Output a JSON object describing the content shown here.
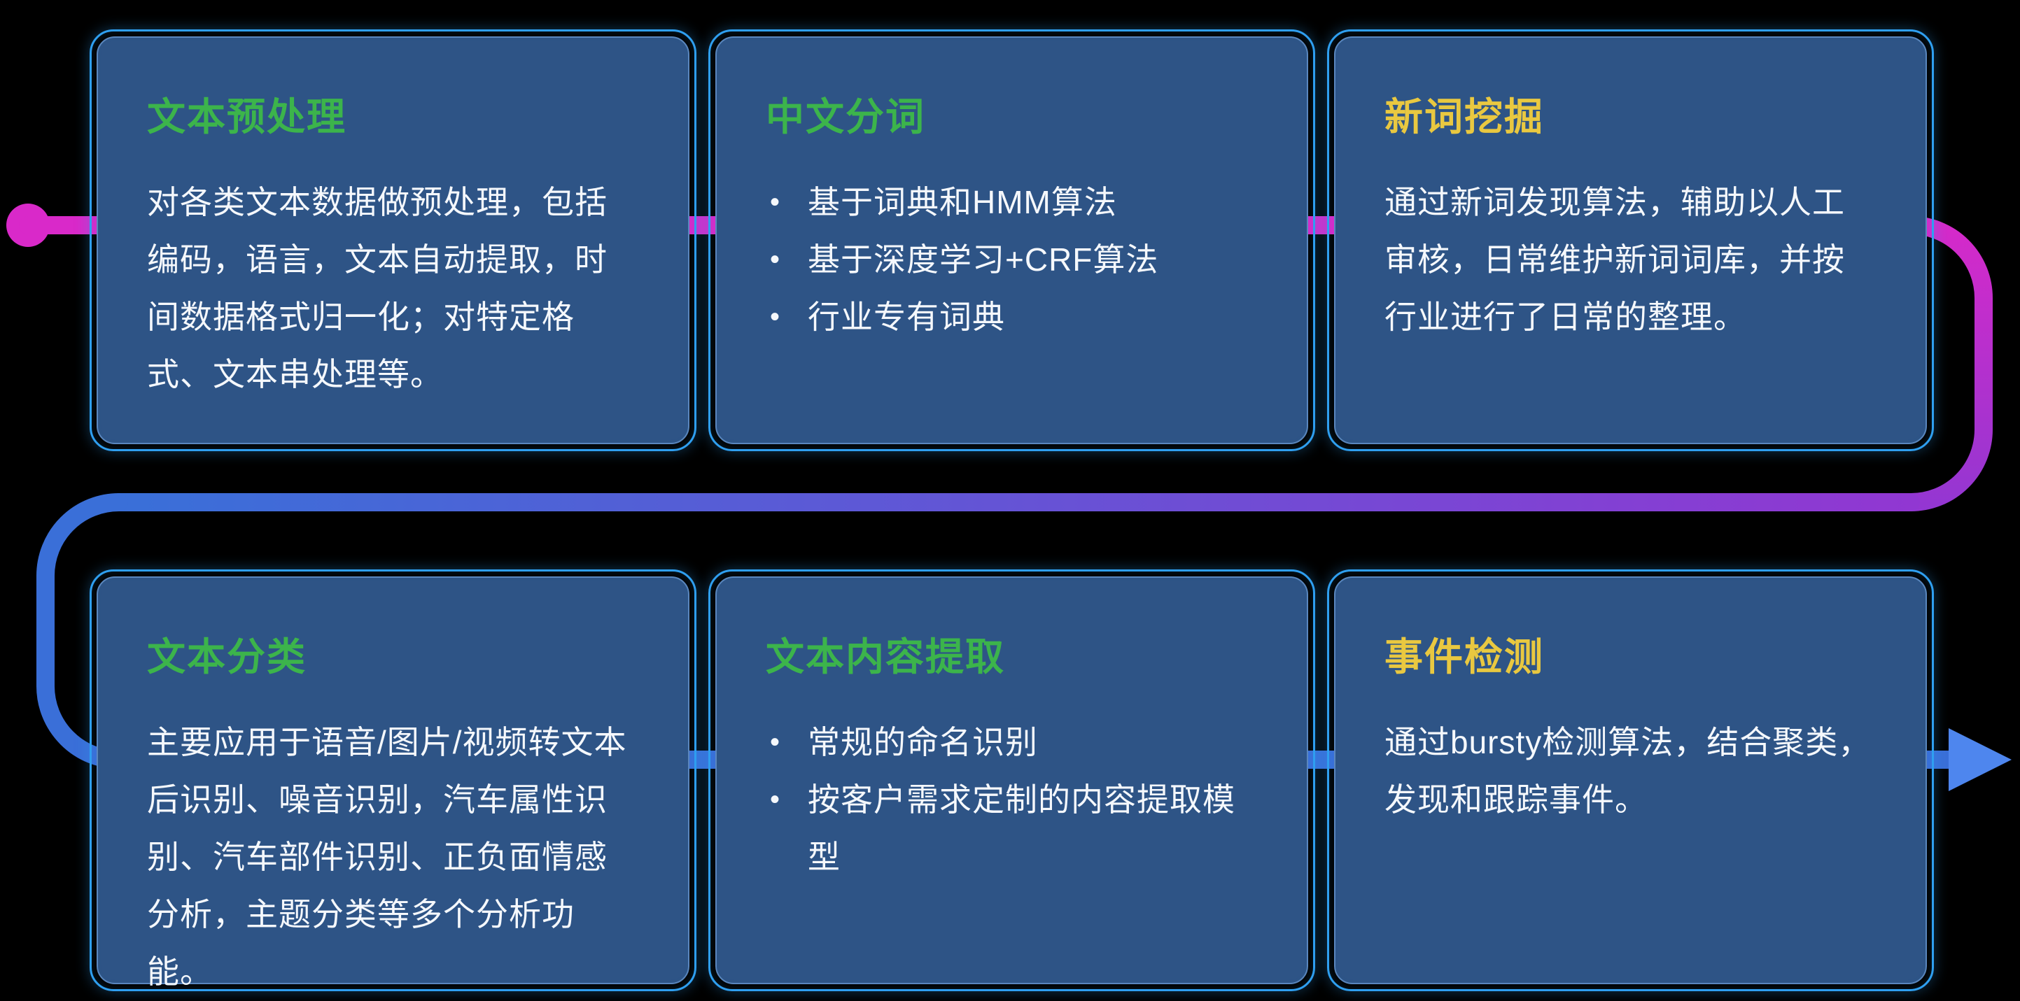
{
  "theme": {
    "page_bg": "#000000",
    "card_bg": "#2e5486",
    "card_border": "#5c87bd",
    "card_outline": "#2f9ff0",
    "body_text": "#f5f8fc",
    "flow_start": "#d929c9",
    "flow_mid": "#9137d2",
    "flow_end": "#3a6fd8",
    "flow_arrow": "#4e86ee"
  },
  "cards": [
    {
      "title": "文本预处理",
      "title_color": "#3cb44b",
      "type": "paragraph",
      "body": "对各类文本数据做预处理，包括编码，语言，文本自动提取，时间数据格式归一化；对特定格式、文本串处理等。"
    },
    {
      "title": "中文分词",
      "title_color": "#3cb44b",
      "type": "bullets",
      "items": [
        "基于词典和HMM算法",
        "基于深度学习+CRF算法",
        "行业专有词典"
      ]
    },
    {
      "title": "新词挖掘",
      "title_color": "#e9c840",
      "type": "paragraph",
      "body": "通过新词发现算法，辅助以人工审核，日常维护新词词库，并按行业进行了日常的整理。"
    },
    {
      "title": "文本分类",
      "title_color": "#3cb44b",
      "type": "paragraph",
      "body": "主要应用于语音/图片/视频转文本后识别、噪音识别，汽车属性识别、汽车部件识别、正负面情感分析，主题分类等多个分析功能。"
    },
    {
      "title": "文本内容提取",
      "title_color": "#3cb44b",
      "type": "bullets",
      "items": [
        "常规的命名识别",
        "按客户需求定制的内容提取模型"
      ]
    },
    {
      "title": "事件检测",
      "title_color": "#e9c840",
      "type": "paragraph",
      "body": "通过bursty检测算法，结合聚类，发现和跟踪事件。"
    }
  ]
}
